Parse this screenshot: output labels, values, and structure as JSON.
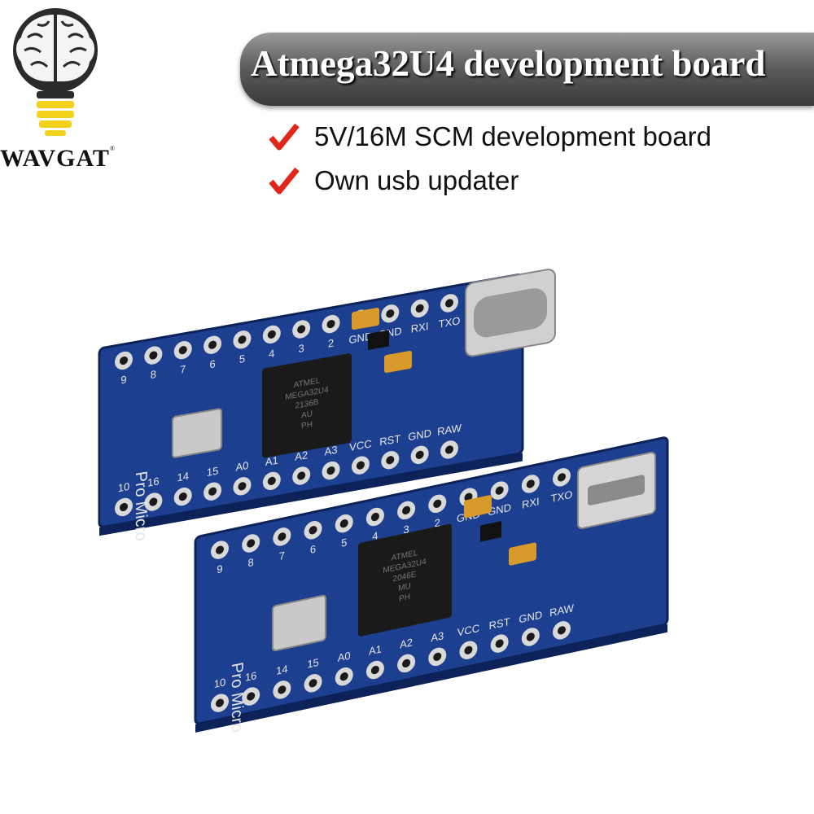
{
  "brand": {
    "name": "WAVGAT",
    "registered_mark": "®"
  },
  "banner": {
    "title": "Atmega32U4 development board"
  },
  "features": [
    {
      "icon": "checkmark-icon",
      "text": "5V/16M SCM development board"
    },
    {
      "icon": "checkmark-icon",
      "text": "Own usb updater"
    }
  ],
  "colors": {
    "pcb": "#1d3f8f",
    "pad": "#d9d9d9",
    "check": "#e1271c",
    "bulb_base": "#f2d21b"
  },
  "boards": {
    "top": {
      "name": "Pro Micro",
      "connector": "usb-c",
      "top_pins": [
        "TXO",
        "RXI",
        "GND",
        "GND",
        "2",
        "3",
        "4",
        "5",
        "6",
        "7",
        "8",
        "9"
      ],
      "bottom_pins": [
        "RAW",
        "GND",
        "RST",
        "VCC",
        "A3",
        "A2",
        "A1",
        "A0",
        "15",
        "14",
        "16",
        "10"
      ],
      "chip_text": [
        "ATMEL",
        "MEGA32U4",
        "2136B",
        "AU",
        "PH"
      ]
    },
    "bottom": {
      "name": "Pro Micro",
      "connector": "micro-usb",
      "top_pins": [
        "TXO",
        "RXI",
        "GND",
        "GND",
        "2",
        "3",
        "4",
        "5",
        "6",
        "7",
        "8",
        "9"
      ],
      "bottom_pins": [
        "RAW",
        "GND",
        "RST",
        "VCC",
        "A3",
        "A2",
        "A1",
        "A0",
        "15",
        "14",
        "16",
        "10"
      ],
      "chip_text": [
        "ATMEL",
        "MEGA32U4",
        "2046E",
        "MU",
        "PH"
      ]
    }
  }
}
